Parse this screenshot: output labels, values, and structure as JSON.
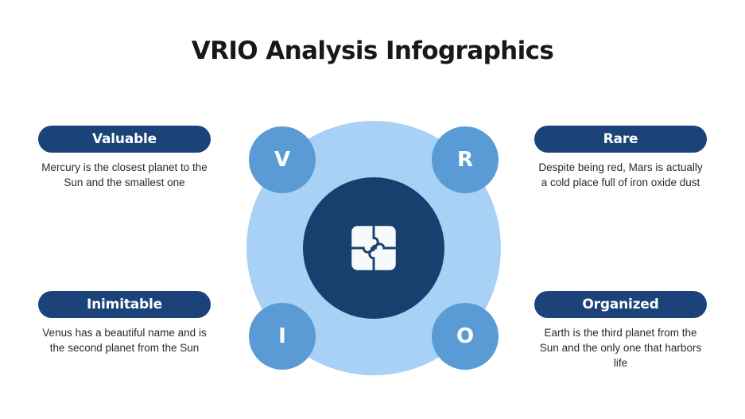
{
  "slide": {
    "title": "VRIO Analysis Infographics",
    "background_color": "#ffffff"
  },
  "colors": {
    "navy": "#17406f",
    "pill_navy": "#1b4379",
    "node_blue": "#5b9bd5",
    "outer_blue": "#a9d0f5",
    "body_text": "#2a2a2c",
    "title_text": "#17181a",
    "white": "#ffffff"
  },
  "center": {
    "icon": "puzzle-icon",
    "nodes": [
      {
        "letter": "V",
        "position": "top-left"
      },
      {
        "letter": "R",
        "position": "top-right"
      },
      {
        "letter": "I",
        "position": "bottom-left"
      },
      {
        "letter": "O",
        "position": "bottom-right"
      }
    ]
  },
  "items": [
    {
      "key": "valuable",
      "label": "Valuable",
      "description": "Mercury is the closest planet to the Sun and the smallest one",
      "side": "left",
      "row": "top"
    },
    {
      "key": "rare",
      "label": "Rare",
      "description": "Despite being red, Mars is actually a cold place full of iron oxide dust",
      "side": "right",
      "row": "top"
    },
    {
      "key": "inimitable",
      "label": "Inimitable",
      "description": "Venus has a beautiful name and is the second planet from the Sun",
      "side": "left",
      "row": "bottom"
    },
    {
      "key": "organized",
      "label": "Organized",
      "description": "Earth is the third planet from the Sun and the only one that harbors life",
      "side": "right",
      "row": "bottom"
    }
  ]
}
